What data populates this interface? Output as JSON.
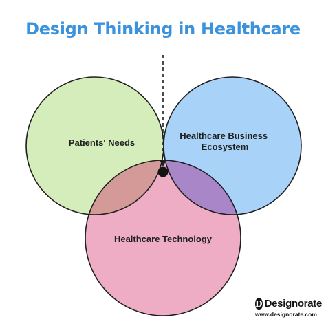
{
  "title": "Design Thinking in Healthcare",
  "circles": [
    {
      "id": "patients",
      "label_lines": [
        "Patients' Needs"
      ],
      "color": "#d5edba"
    },
    {
      "id": "business",
      "label_lines": [
        "Healthcare Business",
        "Ecosystem"
      ],
      "color": "#a8d2f7"
    },
    {
      "id": "technology",
      "label_lines": [
        "Healthcare Technology"
      ],
      "color": "#eeadc5"
    }
  ],
  "overlap_colors": {
    "patients_business": "#7fbdb1",
    "patients_technology": "#d39a97",
    "business_technology": "#a886c8",
    "all_three": "#b18e92"
  },
  "colors": {
    "title": "#3b93dd",
    "outline": "#1e1e1e",
    "dashed_arrow": "#1e1e1e",
    "center_dot": "#141414"
  },
  "logo": {
    "mark": "D",
    "name": "Designorate",
    "url": "www.designorate.com"
  }
}
